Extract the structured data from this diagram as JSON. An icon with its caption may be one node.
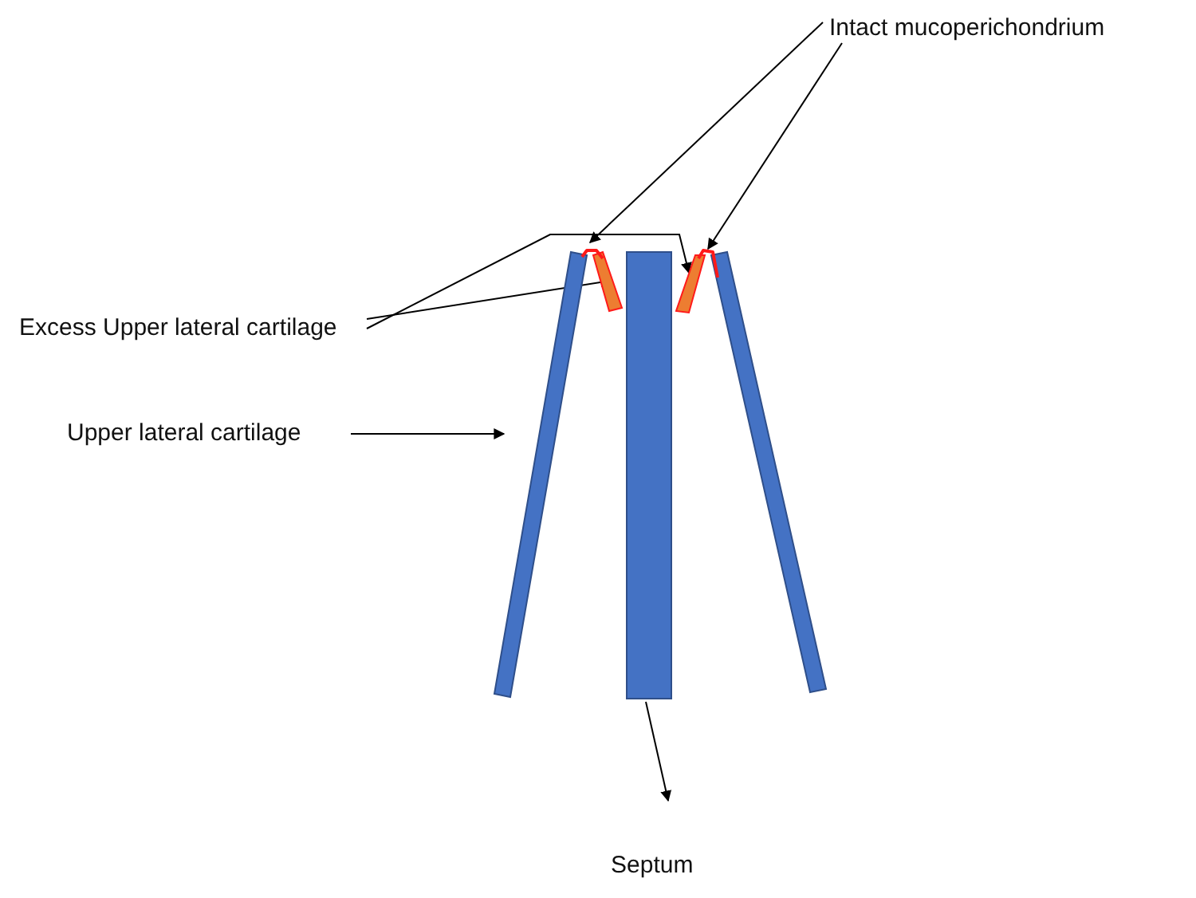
{
  "diagram": {
    "nodes": [
      {
        "text": [
          "Intact mucoperichondrium"
        ]
      },
      {
        "text": [
          "Excess Upper lateral cartilage"
        ]
      },
      {
        "text": [
          "Upper lateral cartilage"
        ]
      },
      {
        "text": [
          "Septum"
        ]
      },
      {
        "text": [],
        "shape": "bar"
      },
      {
        "text": [],
        "shape": "line"
      },
      {
        "text": [],
        "shape": "bar"
      },
      {
        "text": [],
        "shape": "bar"
      },
      {
        "text": [],
        "shape": "bar"
      },
      {
        "text": [],
        "shape": "line"
      },
      {
        "text": [],
        "shape": "bar"
      }
    ],
    "edges": [
      {
        "from": 0,
        "to": 5,
        "arrow": "to"
      },
      {
        "from": 0,
        "to": 9,
        "arrow": "to"
      },
      {
        "from": 1,
        "to": 6,
        "arrow": "to"
      },
      {
        "from": 1,
        "to": 8,
        "arrow": "to"
      },
      {
        "from": 2,
        "to": 4,
        "arrow": "to"
      },
      {
        "from": 7,
        "to": 3,
        "arrow": "to"
      }
    ]
  }
}
